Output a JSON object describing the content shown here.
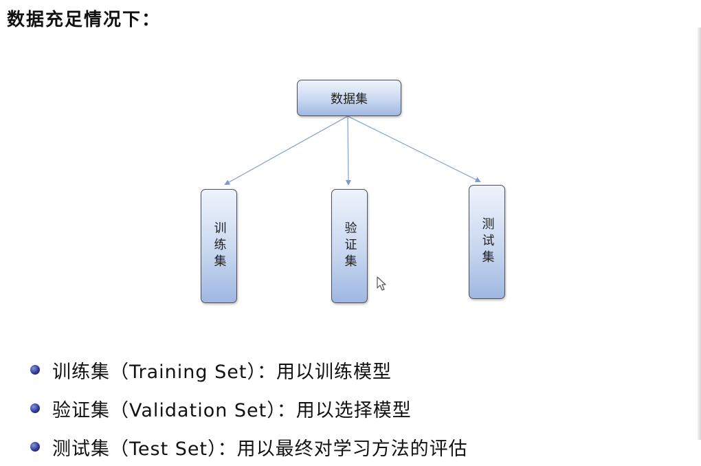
{
  "title": "数据充足情况下：",
  "diagram": {
    "root": "数据集",
    "children": [
      {
        "label": "训练集"
      },
      {
        "label": "验证集"
      },
      {
        "label": "测试集"
      }
    ],
    "colors": {
      "node_fill_top": "#eef3fb",
      "node_fill_bottom": "#9fb7e2",
      "node_border": "#4a4f5a",
      "connector": "#8fa6cf"
    }
  },
  "bullets": [
    "训练集（Training Set）：用以训练模型",
    "验证集（Validation Set）：用以选择模型",
    "测试集（Test Set）：用以最终对学习方法的评估"
  ],
  "icons": {
    "cursor": "mouse-pointer-icon",
    "bullet": "bullet-dot-icon"
  }
}
